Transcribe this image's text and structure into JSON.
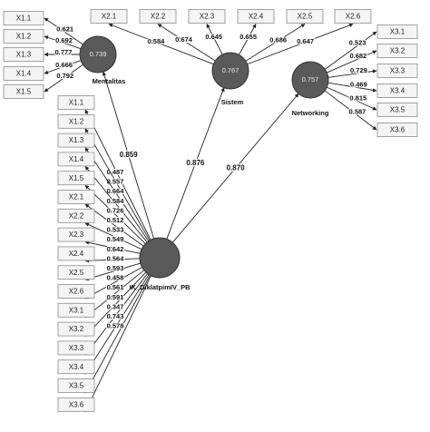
{
  "constructs": {
    "Mentalitas": {
      "label": "Mentalitas",
      "r2": "0.739"
    },
    "Sistem": {
      "label": "Sistem",
      "r2": "0.767"
    },
    "Networking": {
      "label": "Networking",
      "r2": "0.757"
    },
    "PB": {
      "label": "IK_DiklatpimIV_PB",
      "r2": ""
    }
  },
  "indicators": {
    "mentalitas": [
      {
        "label": "X1.1",
        "loading": "0.621"
      },
      {
        "label": "X1.2",
        "loading": "0.692"
      },
      {
        "label": "X1.3",
        "loading": "0.777"
      },
      {
        "label": "X1.4",
        "loading": "0.666"
      },
      {
        "label": "X1.5",
        "loading": "0.792"
      }
    ],
    "sistem": [
      {
        "label": "X2.1",
        "loading": "0.584"
      },
      {
        "label": "X2.2",
        "loading": "0.674"
      },
      {
        "label": "X2.3",
        "loading": "0.645"
      },
      {
        "label": "X2.4",
        "loading": "0.655"
      },
      {
        "label": "X2.5",
        "loading": "0.686"
      },
      {
        "label": "X2.6",
        "loading": "0.647"
      }
    ],
    "networking": [
      {
        "label": "X3.1",
        "loading": "0.523"
      },
      {
        "label": "X3.2",
        "loading": "0.682"
      },
      {
        "label": "X3.3",
        "loading": "0.729"
      },
      {
        "label": "X3.4",
        "loading": "0.469"
      },
      {
        "label": "X3.5",
        "loading": "0.815"
      },
      {
        "label": "X3.6",
        "loading": "0.587"
      }
    ],
    "pb": [
      {
        "label": "X1.1",
        "loading": "0.487"
      },
      {
        "label": "X1.2",
        "loading": "0.557"
      },
      {
        "label": "X1.3",
        "loading": "0.664"
      },
      {
        "label": "X1.4",
        "loading": "0.584"
      },
      {
        "label": "X1.5",
        "loading": "0.726"
      },
      {
        "label": "X2.1",
        "loading": "0.512"
      },
      {
        "label": "X2.2",
        "loading": "0.533"
      },
      {
        "label": "X2.3",
        "loading": "0.549"
      },
      {
        "label": "X2.4",
        "loading": "0.642"
      },
      {
        "label": "X2.5",
        "loading": "0.564"
      },
      {
        "label": "X2.6",
        "loading": "0.593"
      },
      {
        "label": "X3.1",
        "loading": "0.458"
      },
      {
        "label": "X3.2",
        "loading": "0.561"
      },
      {
        "label": "X3.3",
        "loading": "0.591"
      },
      {
        "label": "X3.4",
        "loading": "0.347"
      },
      {
        "label": "X3.5",
        "loading": "0.743"
      },
      {
        "label": "X3.6",
        "loading": "0.578"
      }
    ]
  },
  "paths": [
    {
      "from": "PB",
      "to": "Mentalitas",
      "coefficient": "0.859"
    },
    {
      "from": "PB",
      "to": "Sistem",
      "coefficient": "0.876"
    },
    {
      "from": "PB",
      "to": "Networking",
      "coefficient": "0.870"
    }
  ],
  "colors": {
    "node_fill": "#5a5a5a",
    "indicator_fill": "#f4f4f4",
    "line": "#222222"
  }
}
